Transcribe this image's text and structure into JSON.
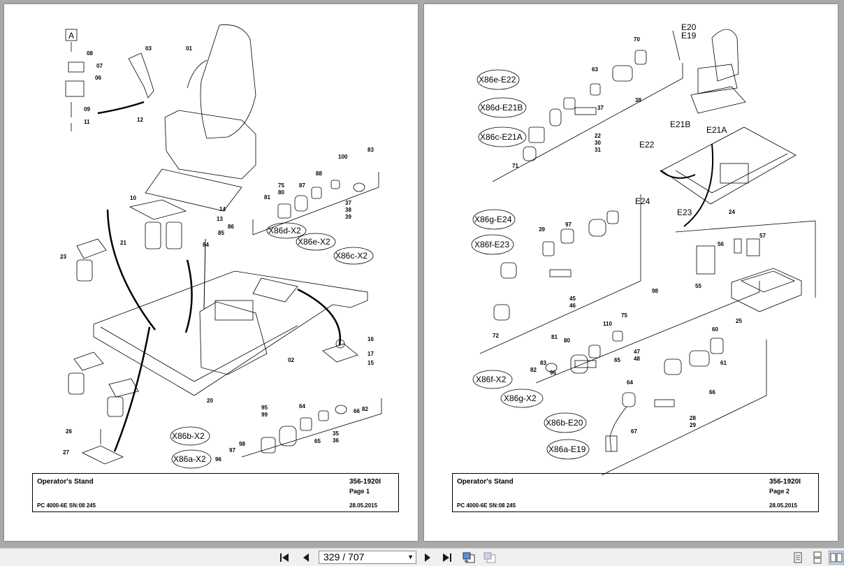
{
  "pages": [
    {
      "title": "Operator's Stand",
      "doc_number": "356-1920I",
      "page_label": "Page 1",
      "model": "PC 4000-6E SN:08 245",
      "date": "28.05.2015",
      "detail_label": "A",
      "callouts": [
        "X86d-X2",
        "X86e-X2",
        "X86c-X2",
        "X86b-X2",
        "X86a-X2"
      ],
      "part_numbers": [
        "01",
        "02",
        "03",
        "06",
        "07",
        "08",
        "09",
        "10",
        "11",
        "12",
        "13",
        "14",
        "15",
        "16",
        "17",
        "20",
        "21",
        "23",
        "26",
        "27",
        "35",
        "36",
        "37",
        "38",
        "39",
        "64",
        "65",
        "66",
        "75",
        "80",
        "81",
        "82",
        "83",
        "84",
        "85",
        "86",
        "87",
        "88",
        "95",
        "96",
        "97",
        "98",
        "99",
        "100"
      ]
    },
    {
      "title": "Operator's Stand",
      "doc_number": "356-1920I",
      "page_label": "Page 2",
      "model": "PC 4000-6E SN:08 245",
      "date": "28.05.2015",
      "callouts": [
        "X86e-E22",
        "X86d-E21B",
        "X86c-E21A",
        "X86g-E24",
        "X86f-E23",
        "X86f-X2",
        "X86g-X2",
        "X86b-E20",
        "X86a-E19"
      ],
      "inset_labels": [
        "E20",
        "E19",
        "E21B",
        "E21A",
        "E22",
        "E24",
        "E23"
      ],
      "part_numbers": [
        "22",
        "24",
        "25",
        "28",
        "29",
        "30",
        "31",
        "37",
        "38",
        "39",
        "45",
        "46",
        "47",
        "48",
        "55",
        "56",
        "57",
        "60",
        "61",
        "63",
        "64",
        "65",
        "66",
        "67",
        "70",
        "71",
        "72",
        "75",
        "80",
        "81",
        "82",
        "83",
        "96",
        "97",
        "98",
        "110"
      ]
    }
  ],
  "toolbar": {
    "page_current": "329",
    "page_total": "707",
    "page_display": "329 / 707",
    "first_icon": "first-page-icon",
    "prev_icon": "prev-page-icon",
    "next_icon": "next-page-icon",
    "last_icon": "last-page-icon"
  }
}
